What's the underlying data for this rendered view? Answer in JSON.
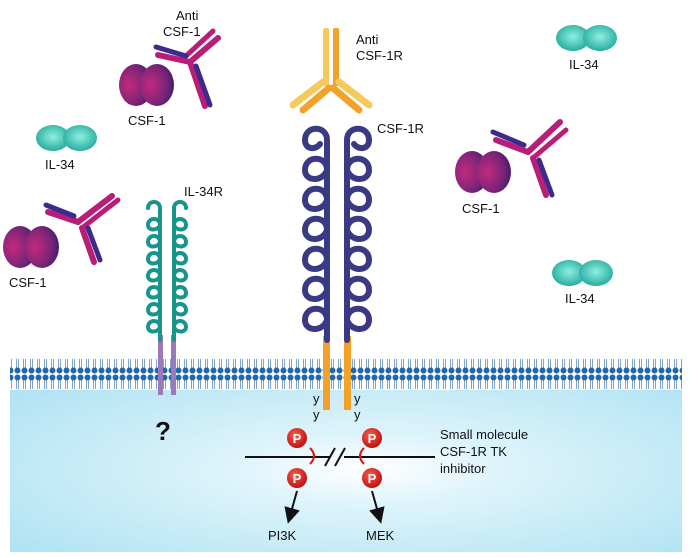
{
  "labels": {
    "anti_csf1_line1": "Anti",
    "anti_csf1_line2": "CSF-1",
    "anti_csf1r_line1": "Anti",
    "anti_csf1r_line2": "CSF-1R",
    "csf1r": "CSF-1R",
    "il34r": "IL-34R",
    "csf1_a": "CSF-1",
    "csf1_b": "CSF-1",
    "csf1_c": "CSF-1",
    "il34_a": "IL-34",
    "il34_b": "IL-34",
    "il34_c": "IL-34",
    "question": "?",
    "y1": "y",
    "y2": "y",
    "y3": "y",
    "y4": "y",
    "p1": "P",
    "p2": "P",
    "p3": "P",
    "p4": "P",
    "inhibitor_line1": "Small molecule",
    "inhibitor_line2": "CSF-1R TK",
    "inhibitor_line3": "inhibitor",
    "pi3k": "PI3K",
    "mek": "MEK"
  },
  "colors": {
    "csf1_gradient_dark": "#3a1e6e",
    "csf1_gradient_light": "#b0287a",
    "il34_teal": "#2fb8a8",
    "il34_light": "#7fe3d4",
    "antibody_magenta": "#b81e78",
    "antibody_purple": "#3d2a8c",
    "anti_csf1r_orange": "#f2a22a",
    "anti_csf1r_light": "#f7c85a",
    "csf1r_navy": "#3a3a84",
    "il34r_teal": "#17948c",
    "il34r_stalk": "#9a7ab8",
    "csf1r_tm": "#f2a22a",
    "membrane_blue": "#1f64a8",
    "cytoplasm_light": "#eaf8fc",
    "cytoplasm_blue": "#a9e0f2",
    "phospho_red": "#d81818"
  }
}
